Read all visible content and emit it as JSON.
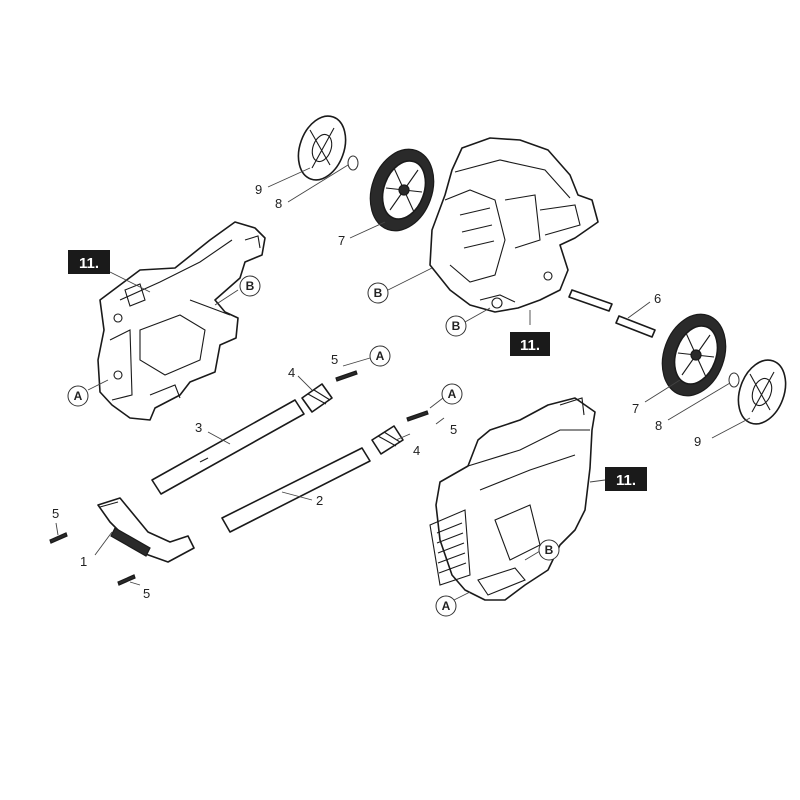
{
  "callouts": {
    "n1": "1",
    "n2": "2",
    "n3": "3",
    "n4a": "4",
    "n4b": "4",
    "n5a": "5",
    "n5b": "5",
    "n5c": "5",
    "n5d": "5",
    "n6": "6",
    "n7a": "7",
    "n7b": "7",
    "n8a": "8",
    "n8b": "8",
    "n9a": "9",
    "n9b": "9"
  },
  "assembly_labels": {
    "top_left": "11.",
    "middle": "11.",
    "right": "11."
  },
  "connection_markers": {
    "a_left_housing": "A",
    "b_left_housing": "B",
    "b_main_body_1": "B",
    "b_main_body_2": "B",
    "a_upper_pin": "A",
    "a_lower_pin": "A",
    "a_right_housing": "A",
    "b_right_housing": "B"
  }
}
